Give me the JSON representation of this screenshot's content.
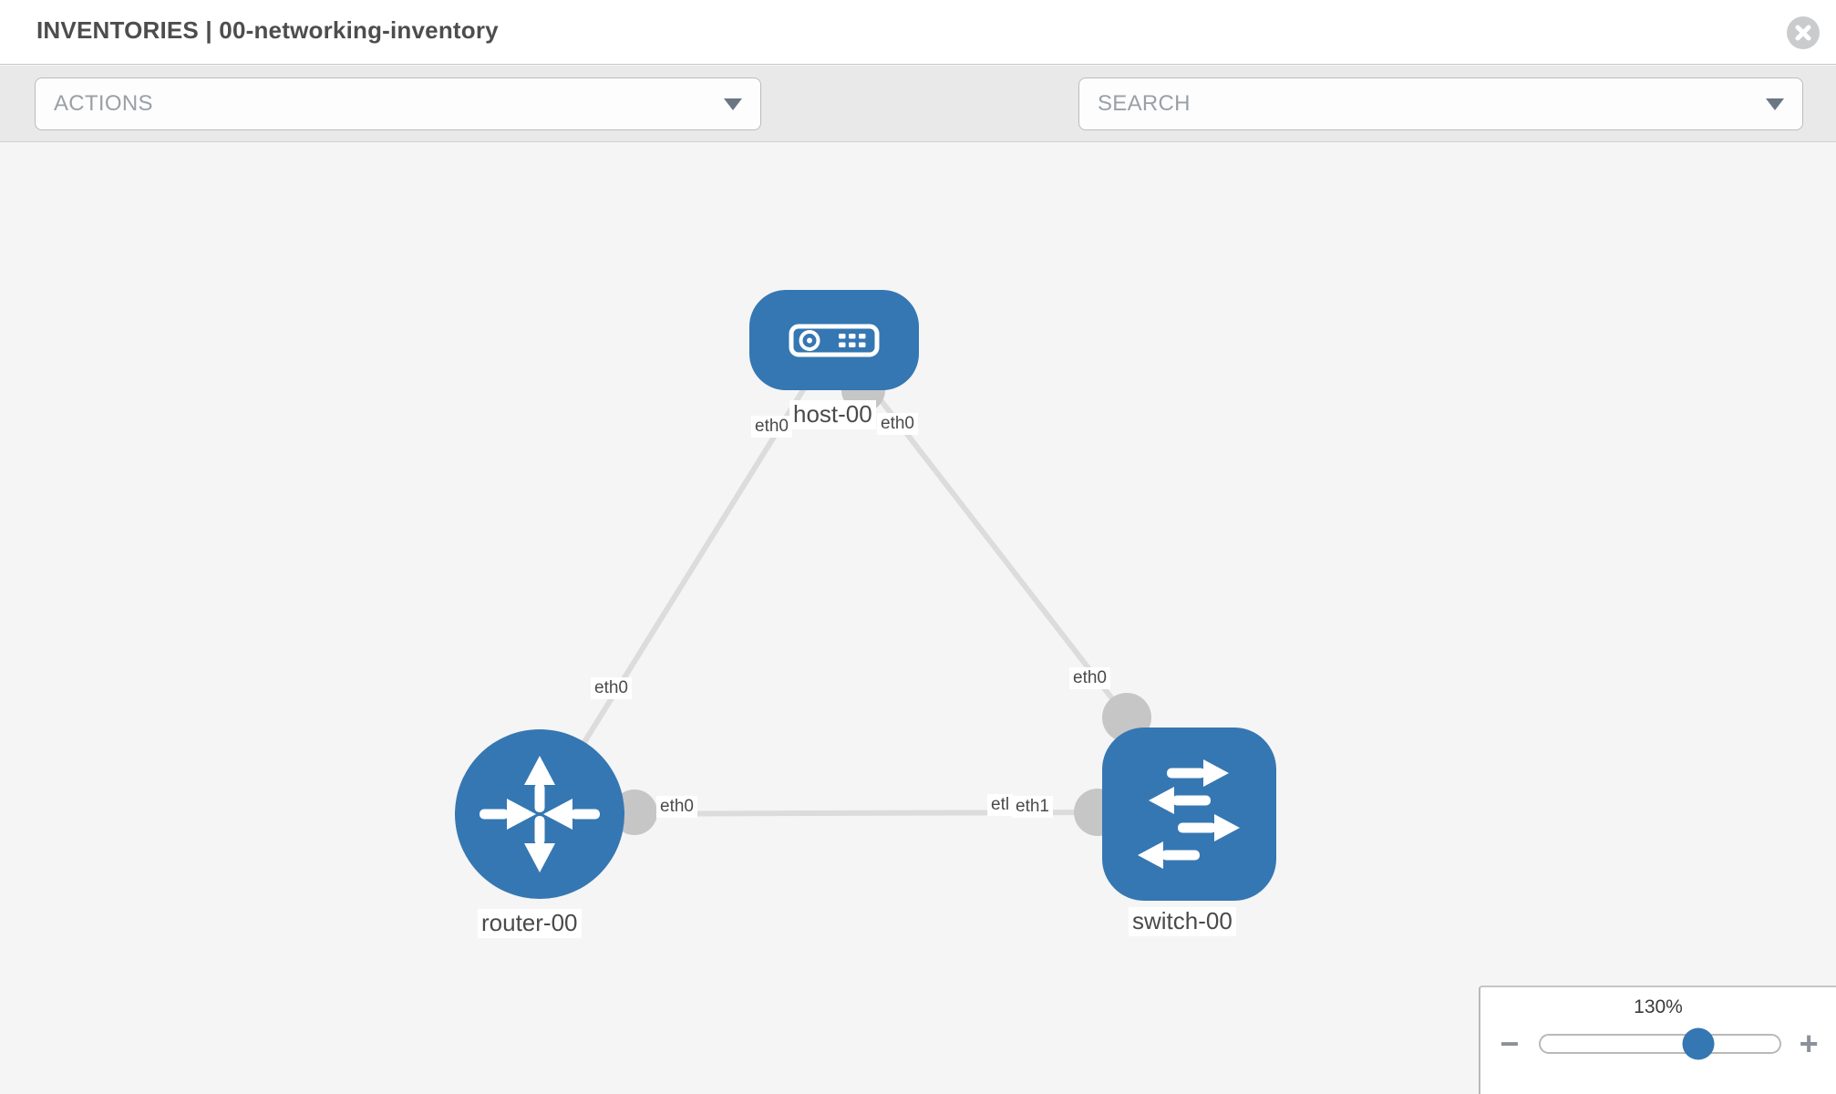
{
  "header": {
    "title": "INVENTORIES | 00-networking-inventory"
  },
  "toolbar": {
    "actions_label": "ACTIONS",
    "search_label": "SEARCH",
    "tool_icons": [
      {
        "name": "wrench-icon"
      },
      {
        "name": "key-icon"
      }
    ]
  },
  "diagram": {
    "nodes": [
      {
        "id": "host-00",
        "label": "host-00",
        "type": "host",
        "shape": "rounded-rect",
        "color": "#3577b2"
      },
      {
        "id": "router-00",
        "label": "router-00",
        "type": "router",
        "shape": "circle",
        "color": "#3577b2"
      },
      {
        "id": "switch-00",
        "label": "switch-00",
        "type": "switch",
        "shape": "rounded-square",
        "color": "#3577b2"
      }
    ],
    "links": [
      {
        "from": "host-00",
        "from_interface": "eth0",
        "to": "router-00",
        "to_interface": "eth0"
      },
      {
        "from": "host-00",
        "from_interface": "eth0",
        "to": "switch-00",
        "to_interface": "eth0"
      },
      {
        "from": "router-00",
        "from_interface": "eth0",
        "to": "switch-00",
        "to_interface": "eth1"
      }
    ],
    "labels": {
      "host_name": "host-00",
      "host_if_left": "eth0",
      "host_if_right": "eth0",
      "router_name": "router-00",
      "router_if_top": "eth0",
      "router_if_right": "eth0",
      "switch_name": "switch-00",
      "switch_if_top": "eth0",
      "switch_if_mid_clipped_fragment": "etl",
      "switch_if_mid": "eth1"
    },
    "colors": {
      "node_blue": "#3577b2",
      "link_gray": "#dcdcdc",
      "interface_gray": "#c6c6c6",
      "canvas_bg": "#f5f5f6"
    }
  },
  "zoom": {
    "level": "130%",
    "minus_glyph": "−",
    "plus_glyph": "+",
    "slider_percent": 64.5
  }
}
